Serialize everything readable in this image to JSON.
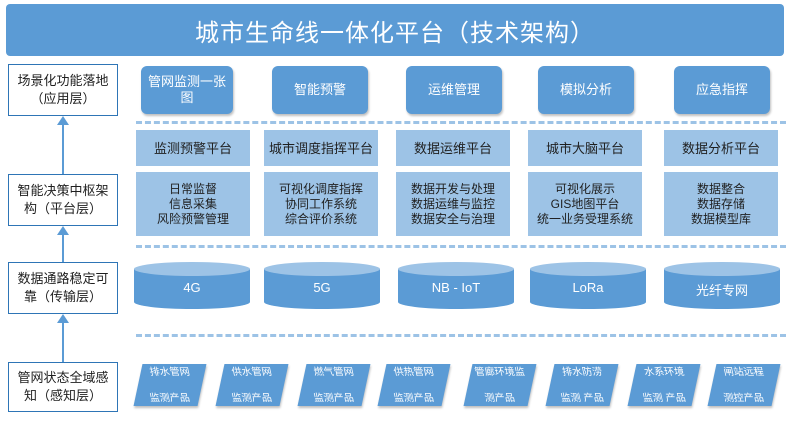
{
  "title": "城市生命线一体化平台（技术架构）",
  "layers": [
    {
      "line1": "场景化功能落地",
      "line2": "（应用层）"
    },
    {
      "line1": "智能决策中枢架",
      "line2": "构（平台层）"
    },
    {
      "line1": "数据通路稳定可",
      "line2": "靠（传输层）"
    },
    {
      "line1": "管网状态全域感",
      "line2": "知（感知层）"
    }
  ],
  "apps": [
    "管网监测一张图",
    "智能预警",
    "运维管理",
    "模拟分析",
    "应急指挥"
  ],
  "platforms": [
    {
      "name": "监测预警平台",
      "items": [
        "日常监督",
        "信息采集",
        "风险预警管理"
      ]
    },
    {
      "name": "城市调度指挥平台",
      "items": [
        "可视化调度指挥",
        "协同工作系统",
        "综合评价系统"
      ]
    },
    {
      "name": "数据运维平台",
      "items": [
        "数据开发与处理",
        "数据运维与监控",
        "数据安全与治理"
      ]
    },
    {
      "name": "城市大脑平台",
      "items": [
        "可视化展示",
        "GIS地图平台",
        "统一业务受理系统"
      ]
    },
    {
      "name": "数据分析平台",
      "items": [
        "数据整合",
        "数据存储",
        "数据模型库"
      ]
    }
  ],
  "transports": [
    "4G",
    "5G",
    "NB - IoT",
    "LoRa",
    "光纤专网"
  ],
  "sensors": [
    {
      "line1": "排水管网",
      "line2": "监测产品"
    },
    {
      "line1": "供水管网",
      "line2": "监测产品"
    },
    {
      "line1": "燃气管网",
      "line2": "监测产品"
    },
    {
      "line1": "供热管网",
      "line2": "监测产品"
    },
    {
      "line1": "管廊环境监",
      "line2": "测产品"
    },
    {
      "line1": "排水防涝",
      "line2": "监测 产品"
    },
    {
      "line1": "水系环境",
      "line2": "监测 产品"
    },
    {
      "line1": "闸站远程",
      "line2": "测控产品"
    }
  ]
}
